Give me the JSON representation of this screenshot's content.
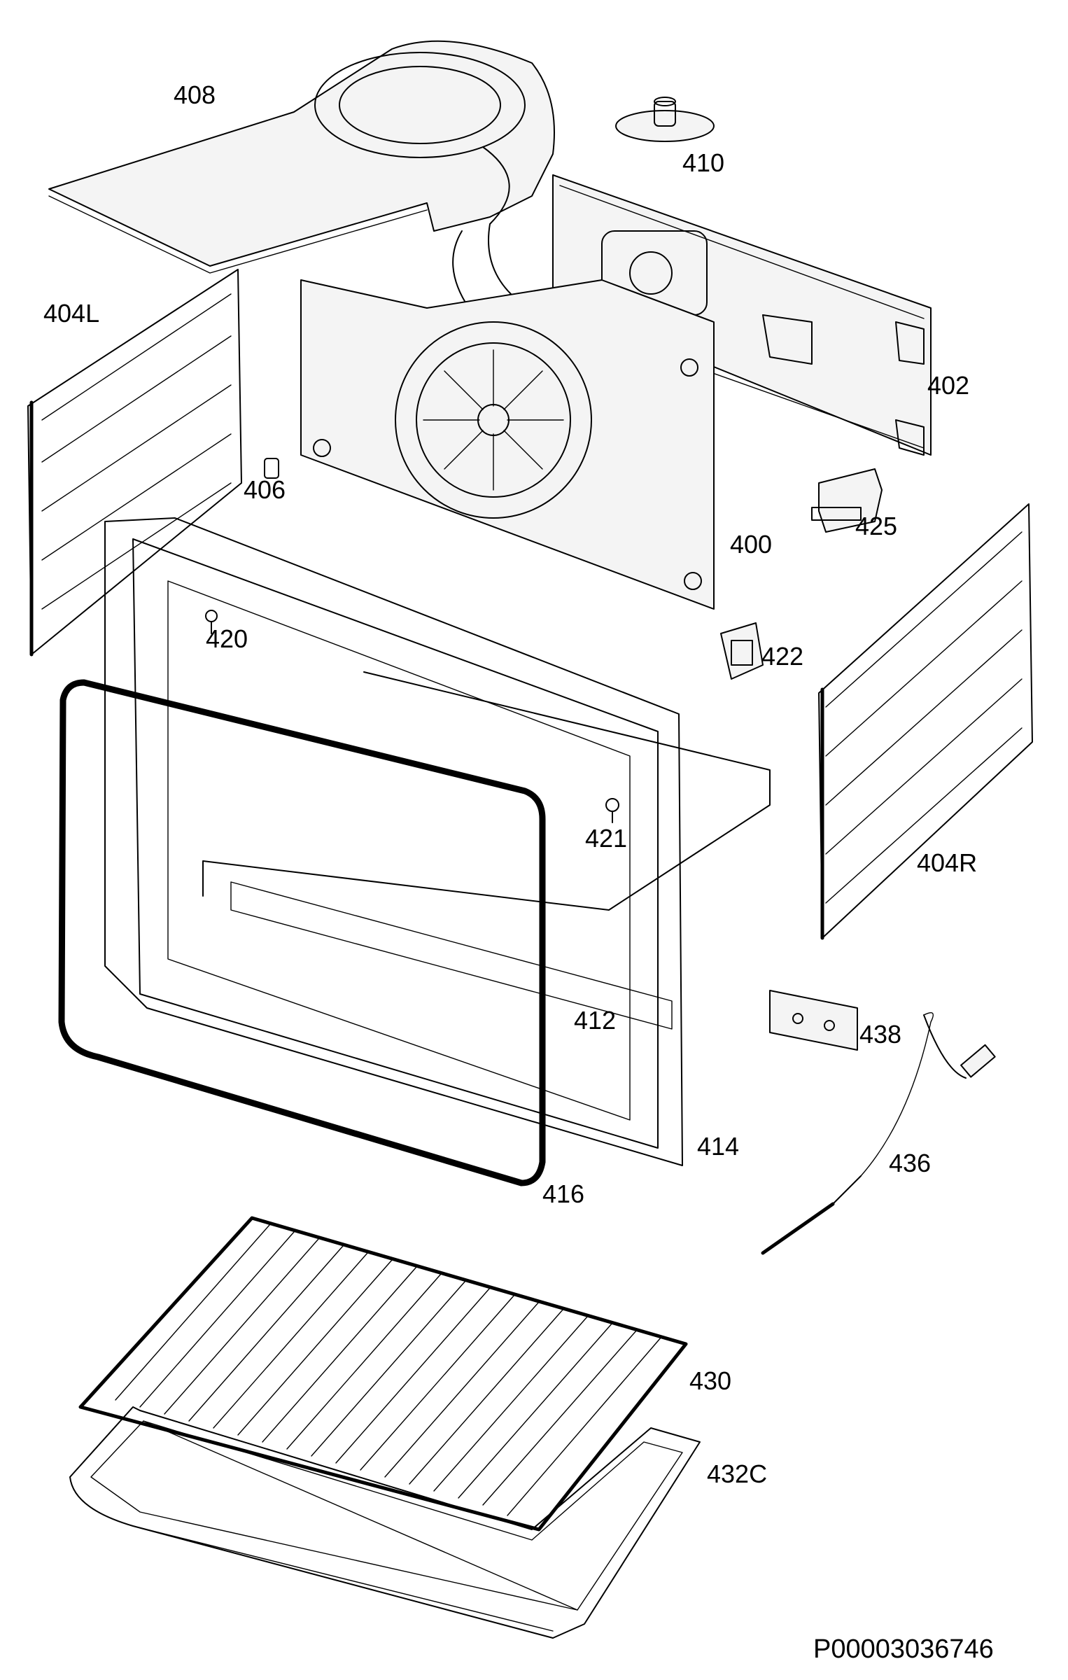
{
  "diagram": {
    "document_id": "P00003036746",
    "callouts": [
      "408",
      "410",
      "402",
      "404L",
      "406",
      "400",
      "425",
      "420",
      "422",
      "404R",
      "421",
      "412",
      "438",
      "414",
      "436",
      "416",
      "430",
      "432C"
    ]
  }
}
